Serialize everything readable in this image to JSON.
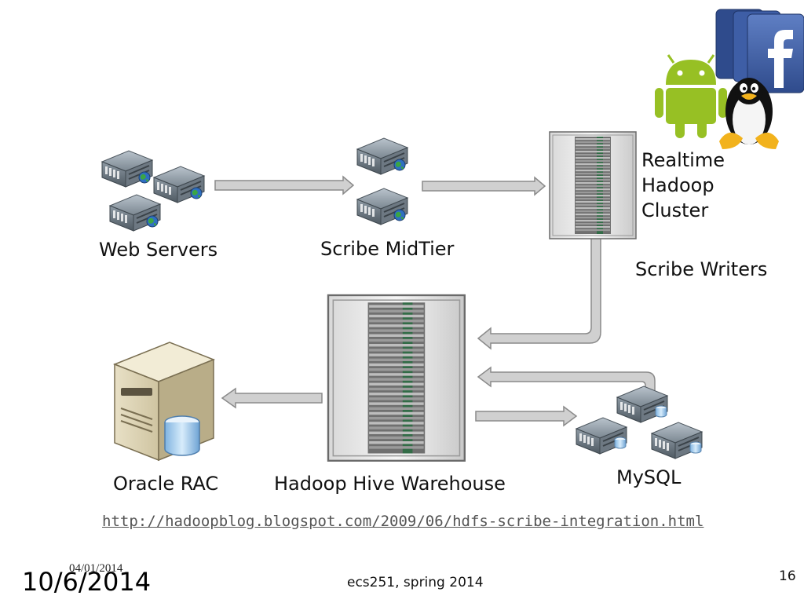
{
  "labels": {
    "web_servers": "Web Servers",
    "scribe_midtier": "Scribe MidTier",
    "realtime_line1": "Realtime",
    "realtime_line2": "Hadoop",
    "realtime_line3": "Cluster",
    "scribe_writers": "Scribe Writers",
    "oracle_rac": "Oracle RAC",
    "hive_warehouse": "Hadoop Hive Warehouse",
    "mysql": "MySQL"
  },
  "link": "http://hadoopblog.blogspot.com/2009/06/hdfs-scribe-integration.html",
  "footer": {
    "date_large": "10/6/2014",
    "date_small": "04/01/2014",
    "course": "ecs251, spring 2014",
    "page": "16"
  },
  "icons": [
    "server-icon",
    "rack-icon",
    "database-server-icon",
    "android-icon",
    "linux-penguin-icon",
    "facebook-icon"
  ],
  "colors": {
    "arrow_fill": "#d0d0d0",
    "arrow_stroke": "#8a8a8a",
    "facebook_blue": "#3b5998",
    "android_green": "#97c024"
  }
}
